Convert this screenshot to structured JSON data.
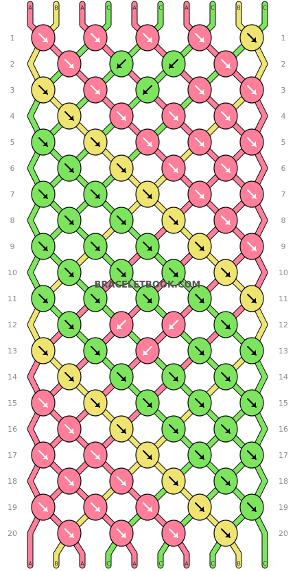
{
  "watermark": "BRACELETBOOK.COM",
  "colors": {
    "A": "#ff7f9a",
    "B": "#eee46f",
    "C": "#7de55d"
  },
  "strands_top": [
    "A",
    "B",
    "A",
    "C",
    "A",
    "C",
    "A",
    "C",
    "B",
    "C"
  ],
  "strands_bottom": [
    "A",
    "B",
    "A",
    "C",
    "A",
    "C",
    "A",
    "C",
    "B",
    "C"
  ],
  "row_numbers": [
    "1",
    "2",
    "3",
    "4",
    "5",
    "6",
    "7",
    "8",
    "9",
    "10",
    "11",
    "12",
    "13",
    "14",
    "15",
    "16",
    "17",
    "18",
    "19",
    "20"
  ],
  "rows": [
    [
      {
        "c": "A",
        "d": "rr"
      },
      {
        "c": "A",
        "d": "rr"
      },
      {
        "c": "A",
        "d": "rr"
      },
      {
        "c": "A",
        "d": "rr"
      },
      {
        "c": "B",
        "d": "rr"
      }
    ],
    [
      {
        "c": "A",
        "d": "rr"
      },
      {
        "c": "C",
        "d": "ll"
      },
      {
        "c": "C",
        "d": "ll"
      },
      {
        "c": "A",
        "d": "rr"
      }
    ],
    [
      {
        "c": "B",
        "d": "rr"
      },
      {
        "c": "A",
        "d": "rr"
      },
      {
        "c": "C",
        "d": "ll"
      },
      {
        "c": "A",
        "d": "rr"
      },
      {
        "c": "A",
        "d": "rr"
      }
    ],
    [
      {
        "c": "B",
        "d": "rr"
      },
      {
        "c": "A",
        "d": "rr"
      },
      {
        "c": "A",
        "d": "rr"
      },
      {
        "c": "A",
        "d": "rr"
      }
    ],
    [
      {
        "c": "C",
        "d": "rr"
      },
      {
        "c": "B",
        "d": "rr"
      },
      {
        "c": "A",
        "d": "rr"
      },
      {
        "c": "A",
        "d": "rr"
      },
      {
        "c": "A",
        "d": "rr"
      }
    ],
    [
      {
        "c": "C",
        "d": "rr"
      },
      {
        "c": "B",
        "d": "rr"
      },
      {
        "c": "A",
        "d": "rr"
      },
      {
        "c": "A",
        "d": "rr"
      }
    ],
    [
      {
        "c": "C",
        "d": "rr"
      },
      {
        "c": "C",
        "d": "rr"
      },
      {
        "c": "B",
        "d": "rr"
      },
      {
        "c": "A",
        "d": "rr"
      },
      {
        "c": "A",
        "d": "rr"
      }
    ],
    [
      {
        "c": "C",
        "d": "rr"
      },
      {
        "c": "C",
        "d": "rr"
      },
      {
        "c": "B",
        "d": "rr"
      },
      {
        "c": "A",
        "d": "rr"
      }
    ],
    [
      {
        "c": "C",
        "d": "rr"
      },
      {
        "c": "C",
        "d": "rr"
      },
      {
        "c": "C",
        "d": "rr"
      },
      {
        "c": "B",
        "d": "rr"
      },
      {
        "c": "A",
        "d": "rr"
      }
    ],
    [
      {
        "c": "C",
        "d": "rr"
      },
      {
        "c": "C",
        "d": "rr"
      },
      {
        "c": "C",
        "d": "rr"
      },
      {
        "c": "B",
        "d": "rr"
      }
    ],
    [
      {
        "c": "C",
        "d": "rr"
      },
      {
        "c": "C",
        "d": "rr"
      },
      {
        "c": "C",
        "d": "rr"
      },
      {
        "c": "C",
        "d": "rr"
      },
      {
        "c": "B",
        "d": "rr"
      }
    ],
    [
      {
        "c": "C",
        "d": "rr"
      },
      {
        "c": "A",
        "d": "ll"
      },
      {
        "c": "A",
        "d": "ll"
      },
      {
        "c": "C",
        "d": "rr"
      }
    ],
    [
      {
        "c": "B",
        "d": "rr"
      },
      {
        "c": "C",
        "d": "rr"
      },
      {
        "c": "A",
        "d": "ll"
      },
      {
        "c": "C",
        "d": "rr"
      },
      {
        "c": "C",
        "d": "rr"
      }
    ],
    [
      {
        "c": "B",
        "d": "rr"
      },
      {
        "c": "C",
        "d": "rr"
      },
      {
        "c": "C",
        "d": "rr"
      },
      {
        "c": "C",
        "d": "rr"
      }
    ],
    [
      {
        "c": "A",
        "d": "rr"
      },
      {
        "c": "B",
        "d": "rr"
      },
      {
        "c": "C",
        "d": "rr"
      },
      {
        "c": "C",
        "d": "rr"
      },
      {
        "c": "C",
        "d": "rr"
      }
    ],
    [
      {
        "c": "A",
        "d": "rr"
      },
      {
        "c": "B",
        "d": "rr"
      },
      {
        "c": "C",
        "d": "rr"
      },
      {
        "c": "C",
        "d": "rr"
      }
    ],
    [
      {
        "c": "A",
        "d": "rr"
      },
      {
        "c": "A",
        "d": "rr"
      },
      {
        "c": "B",
        "d": "rr"
      },
      {
        "c": "C",
        "d": "rr"
      },
      {
        "c": "C",
        "d": "rr"
      }
    ],
    [
      {
        "c": "A",
        "d": "rr"
      },
      {
        "c": "A",
        "d": "rr"
      },
      {
        "c": "B",
        "d": "rr"
      },
      {
        "c": "C",
        "d": "rr"
      }
    ],
    [
      {
        "c": "A",
        "d": "rr"
      },
      {
        "c": "A",
        "d": "rr"
      },
      {
        "c": "A",
        "d": "rr"
      },
      {
        "c": "B",
        "d": "rr"
      },
      {
        "c": "C",
        "d": "rr"
      }
    ],
    [
      {
        "c": "A",
        "d": "rr"
      },
      {
        "c": "A",
        "d": "rr"
      },
      {
        "c": "A",
        "d": "rr"
      },
      {
        "c": "B",
        "d": "rr"
      }
    ]
  ]
}
